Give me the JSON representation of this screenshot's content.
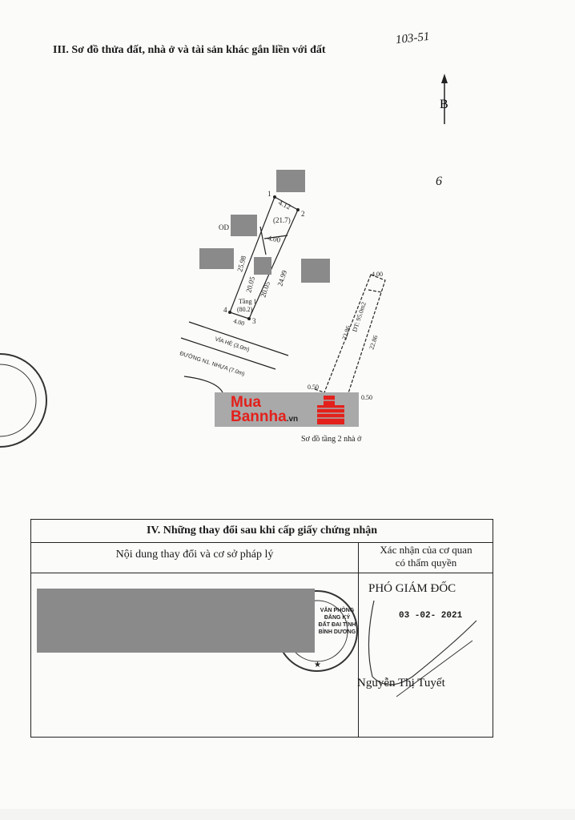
{
  "section_title": "III. Sơ đồ thửa đất, nhà ở và tài sản khác gắn liền với đất",
  "handwritten_ref": "103-51",
  "handwritten_page": "6",
  "north_label": "B",
  "plot_diagram": {
    "points": [
      "1",
      "2",
      "3",
      "4"
    ],
    "top_edge": "4.12",
    "area_top": "(21.7)",
    "inner_width": "4.00",
    "left_total": "25.98",
    "right_total": "24.99",
    "left_inner": "20.05",
    "right_inner": "20.05",
    "floor_label": "Tầng 1",
    "floor_area": "(80.2)",
    "bottom_edge": "4.00",
    "land_code_prefix": "OD",
    "sidewalk": "VỈA HÈ (3.0m)",
    "road": "ĐƯỜNG N1. NHỰA (7.0m)"
  },
  "floor2_diagram": {
    "top": "4.00",
    "left": "22.86",
    "right": "22.86",
    "area": "DT: 95.0m2",
    "offset_left": "0.50",
    "offset_right": "0.50",
    "caption": "Sơ đồ tầng 2 nhà ở"
  },
  "watermark": {
    "line1": "Mua",
    "line2": "Bannha",
    "suffix": ".vn"
  },
  "changes_table": {
    "title": "IV. Những thay đổi sau khi cấp giấy chứng nhận",
    "col1_header": "Nội dung thay đổi và cơ sở pháp lý",
    "col2_header_line1": "Xác nhận của cơ quan",
    "col2_header_line2": "có thẩm quyền",
    "signer_title": "PHÓ GIÁM ĐỐC",
    "date": "03 -02- 2021",
    "signer_name": "Nguyễn Thị Tuyết",
    "stamp_text": "VĂN PHÒNG ĐĂNG KÝ ĐẤT ĐAI TỈNH BÌNH DƯƠNG"
  },
  "colors": {
    "watermark_red": "#e3201b",
    "redaction": "#8a8a8a"
  }
}
